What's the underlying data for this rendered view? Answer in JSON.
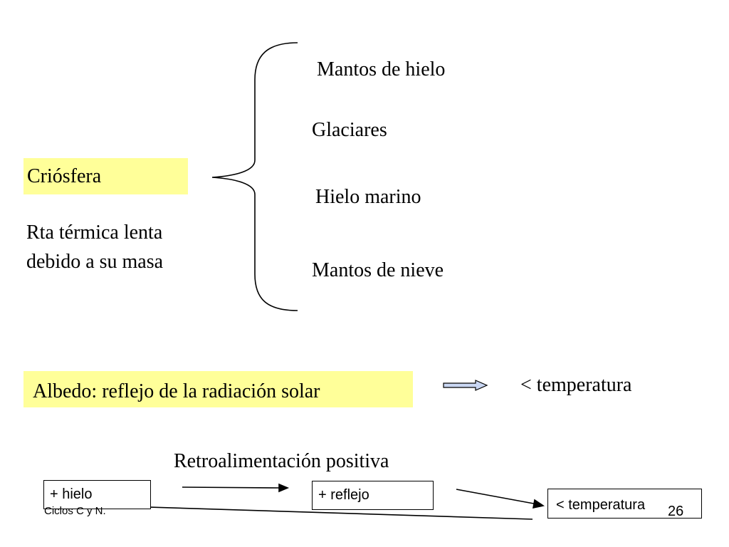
{
  "slide": {
    "categories": [
      "Mantos de hielo",
      "Glaciares",
      "Hielo marino",
      "Mantos de nieve"
    ],
    "cryosphere_label": "Criósfera",
    "thermal_line1": "Rta térmica lenta",
    "thermal_line2": "debido a su masa",
    "albedo_label": "Albedo: reflejo de la radiación solar",
    "albedo_result": "< temperatura",
    "feedback_title": "Retroalimentación positiva",
    "cycle": {
      "ice": "+ hielo",
      "reflection": "+ reflejo",
      "temperature": "< temperatura"
    },
    "footer": "Ciclos C y N.",
    "page_number": "26",
    "colors": {
      "highlight": "#ffff99",
      "arrow_fill": "#c9d6f2"
    },
    "icons": [
      "brace-icon",
      "right-arrow-icon",
      "cycle-arrow-icon"
    ]
  }
}
